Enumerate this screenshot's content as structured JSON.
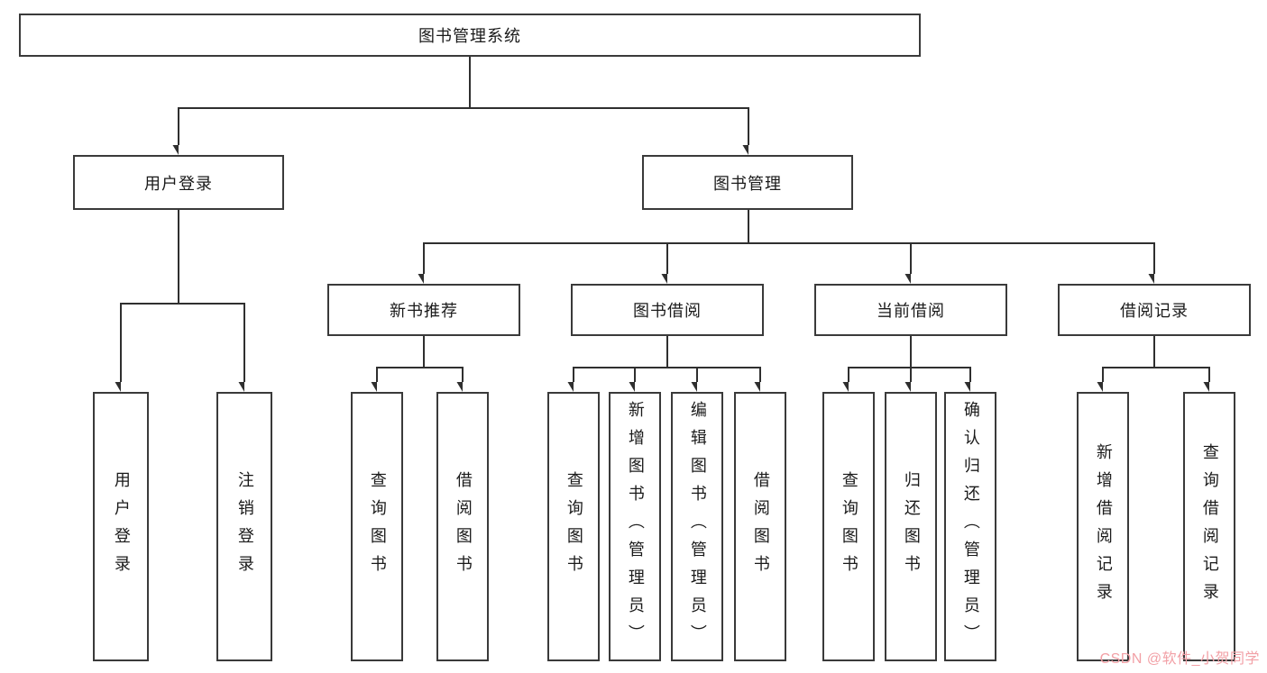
{
  "tree": {
    "root": "图书管理系统",
    "branches": [
      {
        "label": "用户登录",
        "leaves": [
          "用户登录",
          "注销登录"
        ]
      },
      {
        "label": "图书管理",
        "groups": [
          {
            "label": "新书推荐",
            "leaves": [
              "查询图书",
              "借阅图书"
            ]
          },
          {
            "label": "图书借阅",
            "leaves": [
              "查询图书",
              "新增图书（管理员）",
              "编辑图书（管理员）",
              "借阅图书"
            ]
          },
          {
            "label": "当前借阅",
            "leaves": [
              "查询图书",
              "归还图书",
              "确认归还（管理员）"
            ]
          },
          {
            "label": "借阅记录",
            "leaves": [
              "新增借阅记录",
              "查询借阅记录"
            ]
          }
        ]
      }
    ]
  },
  "watermark": "CSDN @软件_小贺同学",
  "colors": {
    "line": "#2f2f2f",
    "border": "#3a3a3a",
    "text": "#1a1a1a",
    "watermark": "#f2a0a6",
    "background": "#ffffff"
  }
}
